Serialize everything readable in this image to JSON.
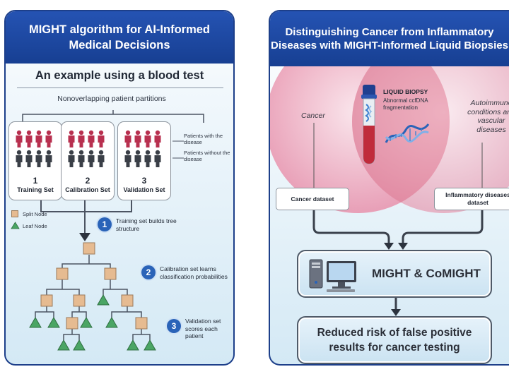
{
  "left": {
    "title": "MIGHT algorithm for AI-Informed Medical Decisions",
    "subtitle": "An example using a blood test",
    "partitions_label": "Nonoverlapping patient partitions",
    "sets": [
      {
        "number": "1",
        "name": "Training Set"
      },
      {
        "number": "2",
        "name": "Calibration Set"
      },
      {
        "number": "3",
        "name": "Validation Set"
      }
    ],
    "legend": {
      "with_disease": "Patients with the disease",
      "without_disease": "Patients without the disease"
    },
    "node_legend": {
      "split": "Split Node",
      "leaf": "Leaf Node"
    },
    "steps": [
      {
        "number": "1",
        "text": "Training set builds tree structure"
      },
      {
        "number": "2",
        "text": "Calibration set learns classification probabilities"
      },
      {
        "number": "3",
        "text": "Validation set scores each patient"
      }
    ],
    "colors": {
      "header": "#1d4aa3",
      "disease": "#b8304f",
      "healthy": "#3a3f47",
      "split_node": "#e6bb91",
      "leaf_node": "#4aa564",
      "step_badge": "#2a63b8"
    }
  },
  "right": {
    "title": "Distinguishing Cancer from Inflammatory Diseases with MIGHT-Informed Liquid Biopsies",
    "cancer_label": "Cancer",
    "autoimmune_label": "Autoimmune conditions and vascular diseases",
    "liquid_biopsy_title": "LIQUID BIOPSY",
    "liquid_biopsy_sub": "Abnormal ccfDNA fragmentation",
    "cancer_dataset": "Cancer dataset",
    "inflammatory_dataset": "Inflammatory diseases dataset",
    "might_label": "MIGHT & CoMIGHT",
    "result_label": "Reduced risk of false positive results for cancer testing",
    "icons": [
      "blood-tube-icon",
      "dna-helix-icon",
      "computer-icon"
    ],
    "colors": {
      "venn": "#e890ab",
      "tube_cap": "#1f3f8f",
      "blood": "#c02b3b"
    }
  }
}
